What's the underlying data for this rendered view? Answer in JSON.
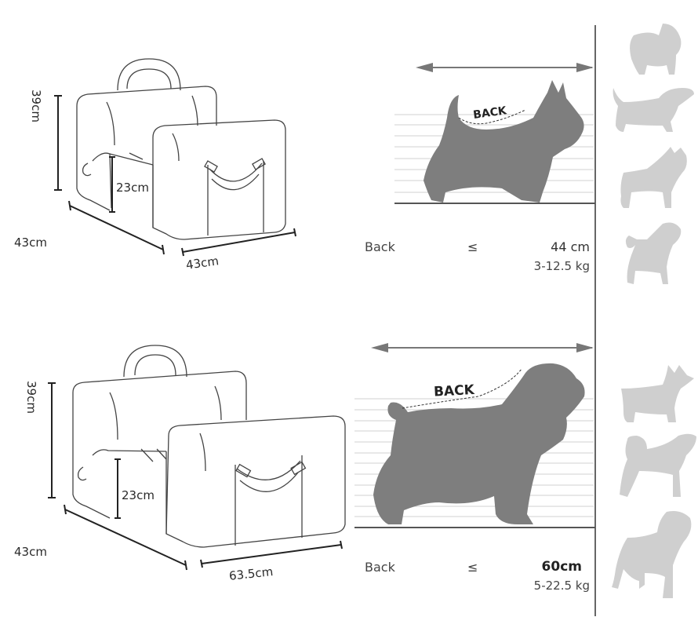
{
  "small": {
    "height_label": "39cm",
    "depth_label": "43cm",
    "width_label": "43cm",
    "inner_height_label": "23cm",
    "back_label": "BACK",
    "spec": {
      "label": "Back",
      "operator": "≤",
      "length": "44 cm",
      "weight": "3-12.5 kg"
    }
  },
  "large": {
    "height_label": "39cm",
    "depth_label": "43cm",
    "width_label": "63.5cm",
    "inner_height_label": "23cm",
    "back_label": "BACK",
    "spec": {
      "label": "Back",
      "operator": "≤",
      "length": "60cm",
      "weight": "5-22.5 kg"
    }
  },
  "side_breeds": {
    "top": [
      "pomeranian-silhouette-icon",
      "dachshund-silhouette-icon",
      "bulldog-silhouette-icon",
      "poodle-silhouette-icon"
    ],
    "bottom": [
      "corgi-silhouette-icon",
      "shiba-silhouette-icon",
      "retriever-silhouette-icon"
    ]
  },
  "colors": {
    "silhouette": "#7d7d7d",
    "side_silhouette": "#cfcfcf",
    "line": "#555555",
    "stripe": "#d9d9d9"
  }
}
